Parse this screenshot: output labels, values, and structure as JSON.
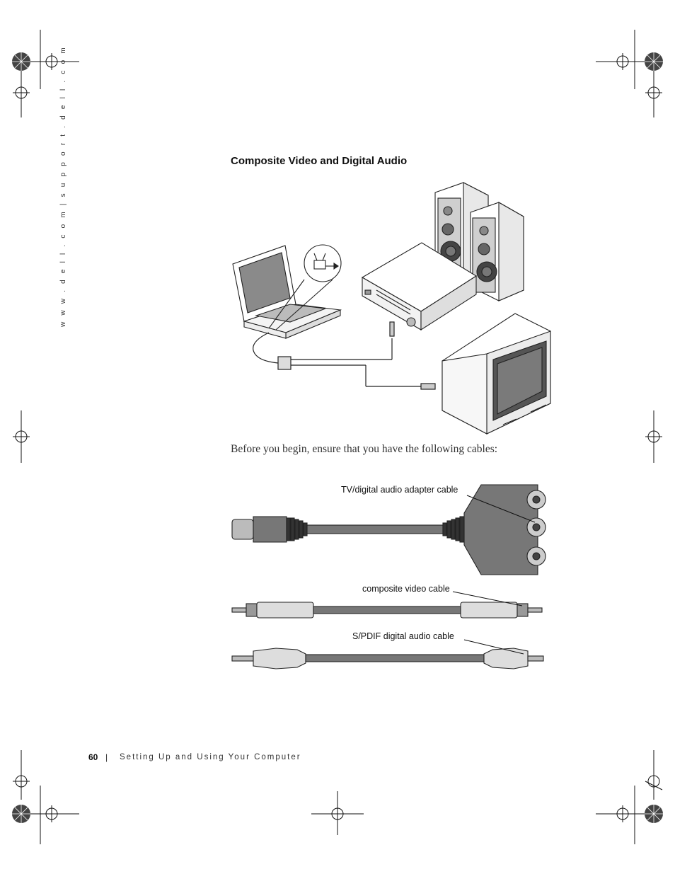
{
  "page": {
    "side_url": "w w w . d e l l . c o m   |   s u p p o r t . d e l l . c o m",
    "heading": "Composite Video and Digital Audio",
    "intro": "Before you begin, ensure that you have the following cables:",
    "labels": {
      "adapter_cable": "TV/digital audio adapter cable",
      "video_cable": "composite video cable",
      "spdif_cable": "S/PDIF digital audio cable"
    },
    "footer": {
      "page_number": "60",
      "separator": "|",
      "chapter": "Setting Up and Using Your Computer"
    }
  }
}
